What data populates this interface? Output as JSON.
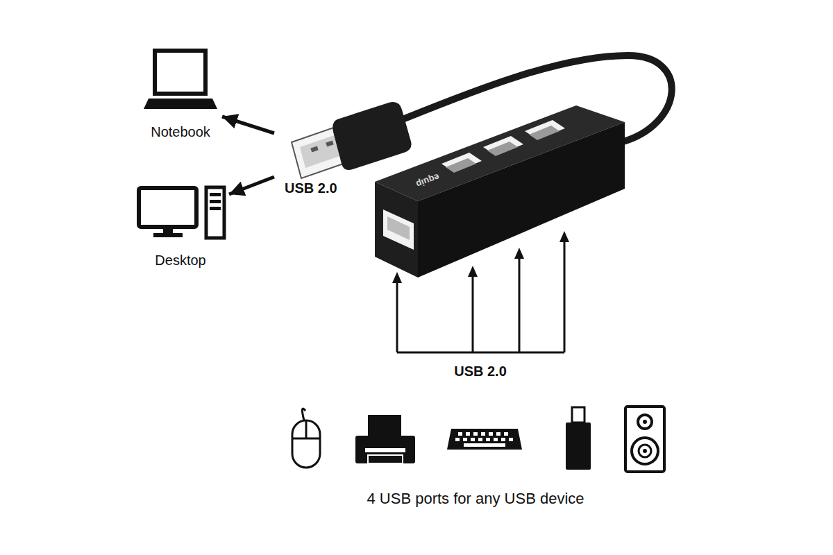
{
  "diagram": {
    "caption": "4 USB ports for any USB device",
    "nodes": [
      {
        "text": [
          "Notebook"
        ]
      },
      {
        "text": [
          "Desktop"
        ]
      },
      {
        "text": [
          "equip"
        ]
      }
    ],
    "edges": [
      {
        "from": 2,
        "to": 0,
        "arrow": "to"
      },
      {
        "from": 2,
        "to": 1,
        "arrow": "to"
      }
    ],
    "labels": [
      "USB 2.0",
      "USB 2.0"
    ]
  }
}
